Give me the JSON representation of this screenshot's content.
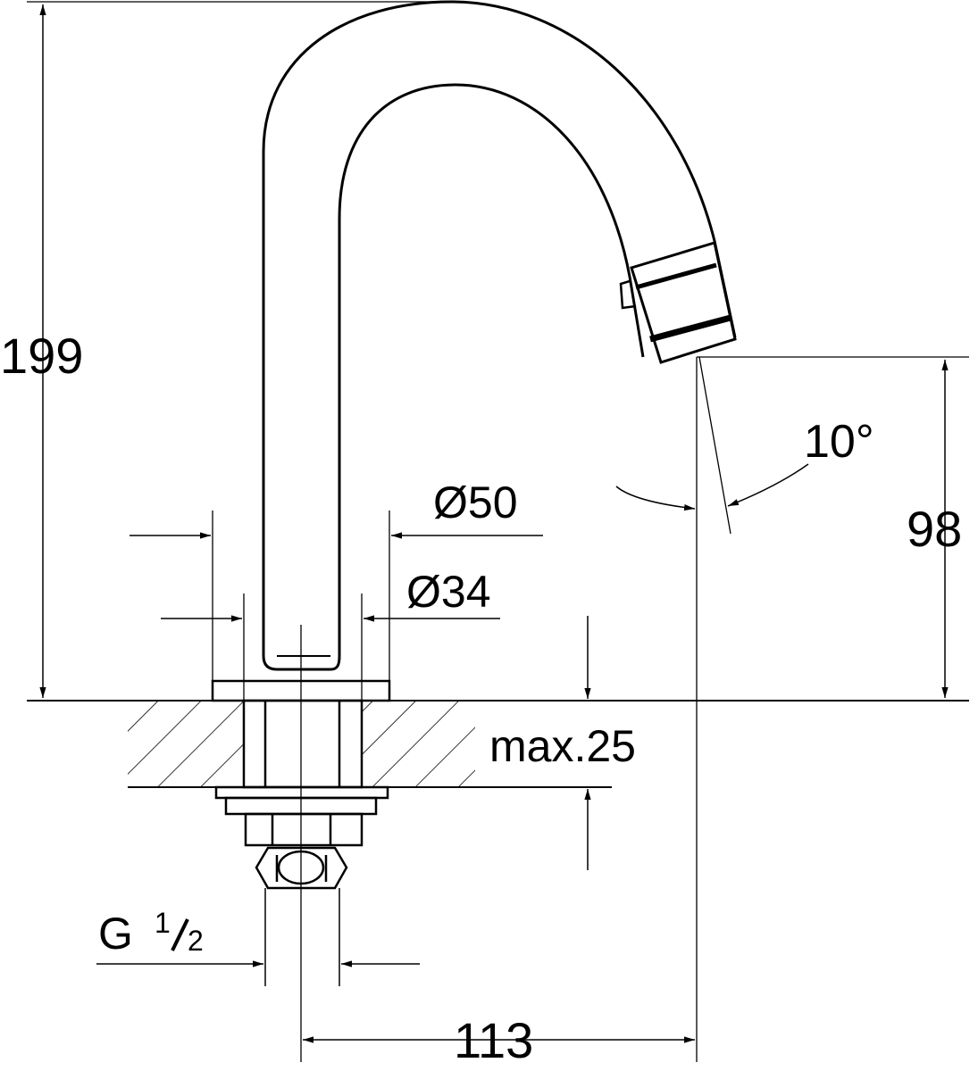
{
  "diagram": {
    "title": "Faucet technical drawing",
    "line_color": "#000000",
    "background": "#ffffff",
    "dimensions": {
      "total_height": "199",
      "spout_height": "98",
      "spout_angle": "10°",
      "base_diameter": "Ø50",
      "pipe_diameter": "Ø34",
      "max_deck_thickness": "max.25",
      "thread_size_main": "G",
      "thread_size_num": "1",
      "thread_size_den": "2",
      "projection": "113"
    }
  }
}
